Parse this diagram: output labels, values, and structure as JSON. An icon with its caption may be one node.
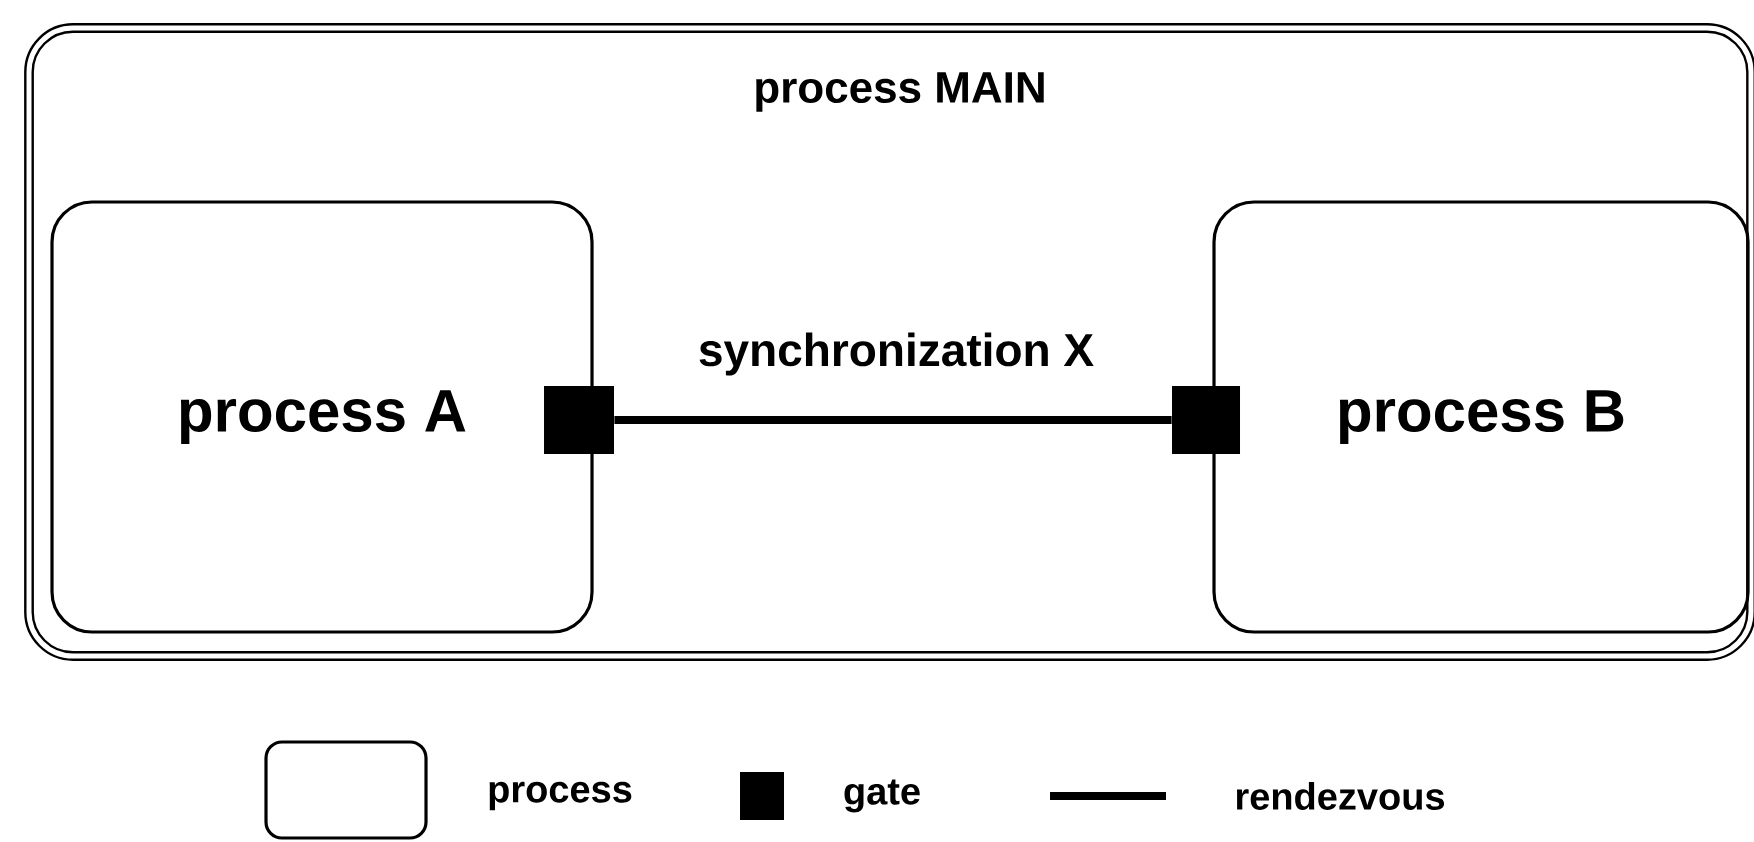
{
  "diagram": {
    "nodes": [
      {
        "text": [
          "process MAIN"
        ]
      },
      {
        "text": [
          "process A"
        ],
        "in": 0
      },
      {
        "text": [
          "process B"
        ],
        "in": 0
      },
      {
        "text": [],
        "shape": "box",
        "in": 0
      },
      {
        "text": [],
        "shape": "box",
        "in": 0
      }
    ],
    "edges": [
      {
        "from": 3,
        "to": 4,
        "arrow": "none",
        "label": "synchronization X"
      }
    ],
    "legend": [
      {
        "text": "process"
      },
      {
        "text": "gate",
        "color": "#000000"
      },
      {
        "text": "rendezvous"
      }
    ]
  }
}
